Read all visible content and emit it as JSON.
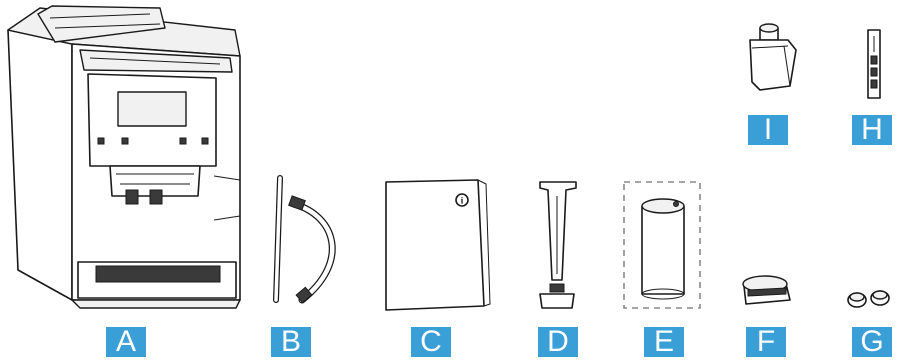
{
  "accent_color": "#3a9fd6",
  "items": [
    {
      "key": "A",
      "label": "A",
      "icon": "coffee-machine-icon"
    },
    {
      "key": "B",
      "label": "B",
      "icon": "milk-tube-icon"
    },
    {
      "key": "C",
      "label": "C",
      "icon": "instruction-manual-icon"
    },
    {
      "key": "D",
      "label": "D",
      "icon": "measuring-spoon-icon"
    },
    {
      "key": "E",
      "label": "E",
      "icon": "milk-container-icon"
    },
    {
      "key": "F",
      "label": "F",
      "icon": "milk-frother-part-icon"
    },
    {
      "key": "G",
      "label": "G",
      "icon": "cleaning-tablets-icon"
    },
    {
      "key": "H",
      "label": "H",
      "icon": "water-hardness-test-strip-icon"
    },
    {
      "key": "I",
      "label": "I",
      "icon": "water-filter-icon"
    }
  ],
  "manual_info_glyph": "i"
}
